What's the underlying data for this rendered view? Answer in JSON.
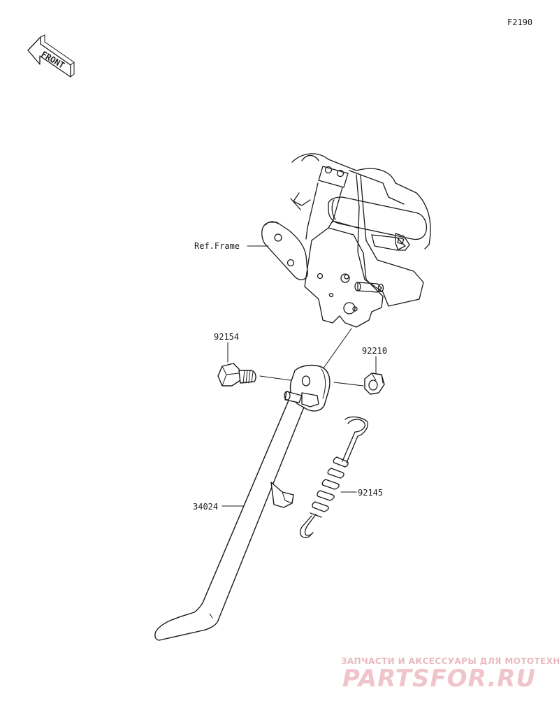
{
  "diagram": {
    "page_code": "F2190",
    "front_indicator": "FRONT",
    "callouts": [
      {
        "id": "ref-frame",
        "label": "Ref.Frame"
      },
      {
        "id": "bolt",
        "label": "92154"
      },
      {
        "id": "nut",
        "label": "92210"
      },
      {
        "id": "spring",
        "label": "92145"
      },
      {
        "id": "stand",
        "label": "34024"
      }
    ]
  },
  "watermark": {
    "caption": "ЗАПЧАСТИ И АКСЕССУАРЫ ДЛЯ МОТОТЕХНИКИ",
    "logo": "PARTSFOR.RU"
  }
}
